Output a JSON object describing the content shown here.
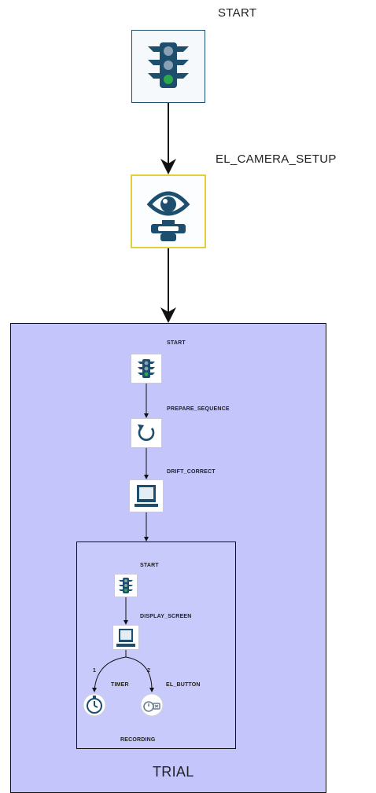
{
  "top_nodes": {
    "start": {
      "label": "START",
      "icon": "traffic-light-icon"
    },
    "camera_setup": {
      "label": "EL_CAMERA_SETUP",
      "icon": "eye-camera-icon"
    }
  },
  "trial": {
    "label": "TRIAL",
    "nodes": {
      "start": {
        "label": "START",
        "icon": "traffic-light-icon"
      },
      "prepare_sequence": {
        "label": "PREPARE_SEQUENCE",
        "icon": "refresh-icon"
      },
      "drift_correct": {
        "label": "DRIFT_CORRECT",
        "icon": "monitor-icon"
      }
    },
    "recording": {
      "label": "RECORDING",
      "nodes": {
        "start": {
          "label": "START",
          "icon": "traffic-light-icon"
        },
        "display_screen": {
          "label": "DISPLAY_SCREEN",
          "icon": "monitor-icon"
        },
        "timer": {
          "label": "TIMER",
          "icon": "timer-icon",
          "edge_label": "1"
        },
        "el_button": {
          "label": "EL_BUTTON",
          "icon": "button-timer-icon",
          "edge_label": "2"
        }
      }
    }
  },
  "colors": {
    "container_fill": "#c4c6fb",
    "selected_border": "#e4cf3a",
    "icon_primary": "#1d4e6e",
    "light_green": "#2aa84a"
  }
}
